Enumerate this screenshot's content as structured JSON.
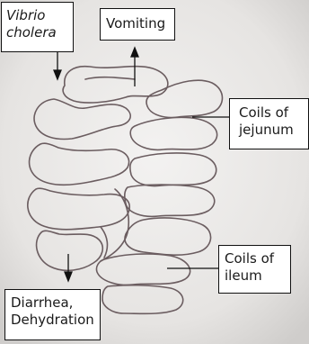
{
  "labels": {
    "pathogen": [
      "Vibrio",
      "cholera"
    ],
    "vomiting": "Vomiting",
    "jejunum": [
      "Coils of",
      "jejunum"
    ],
    "ileum": [
      "Coils of",
      "ileum"
    ],
    "outcome": [
      "Diarrhea,",
      "Dehydration"
    ]
  }
}
